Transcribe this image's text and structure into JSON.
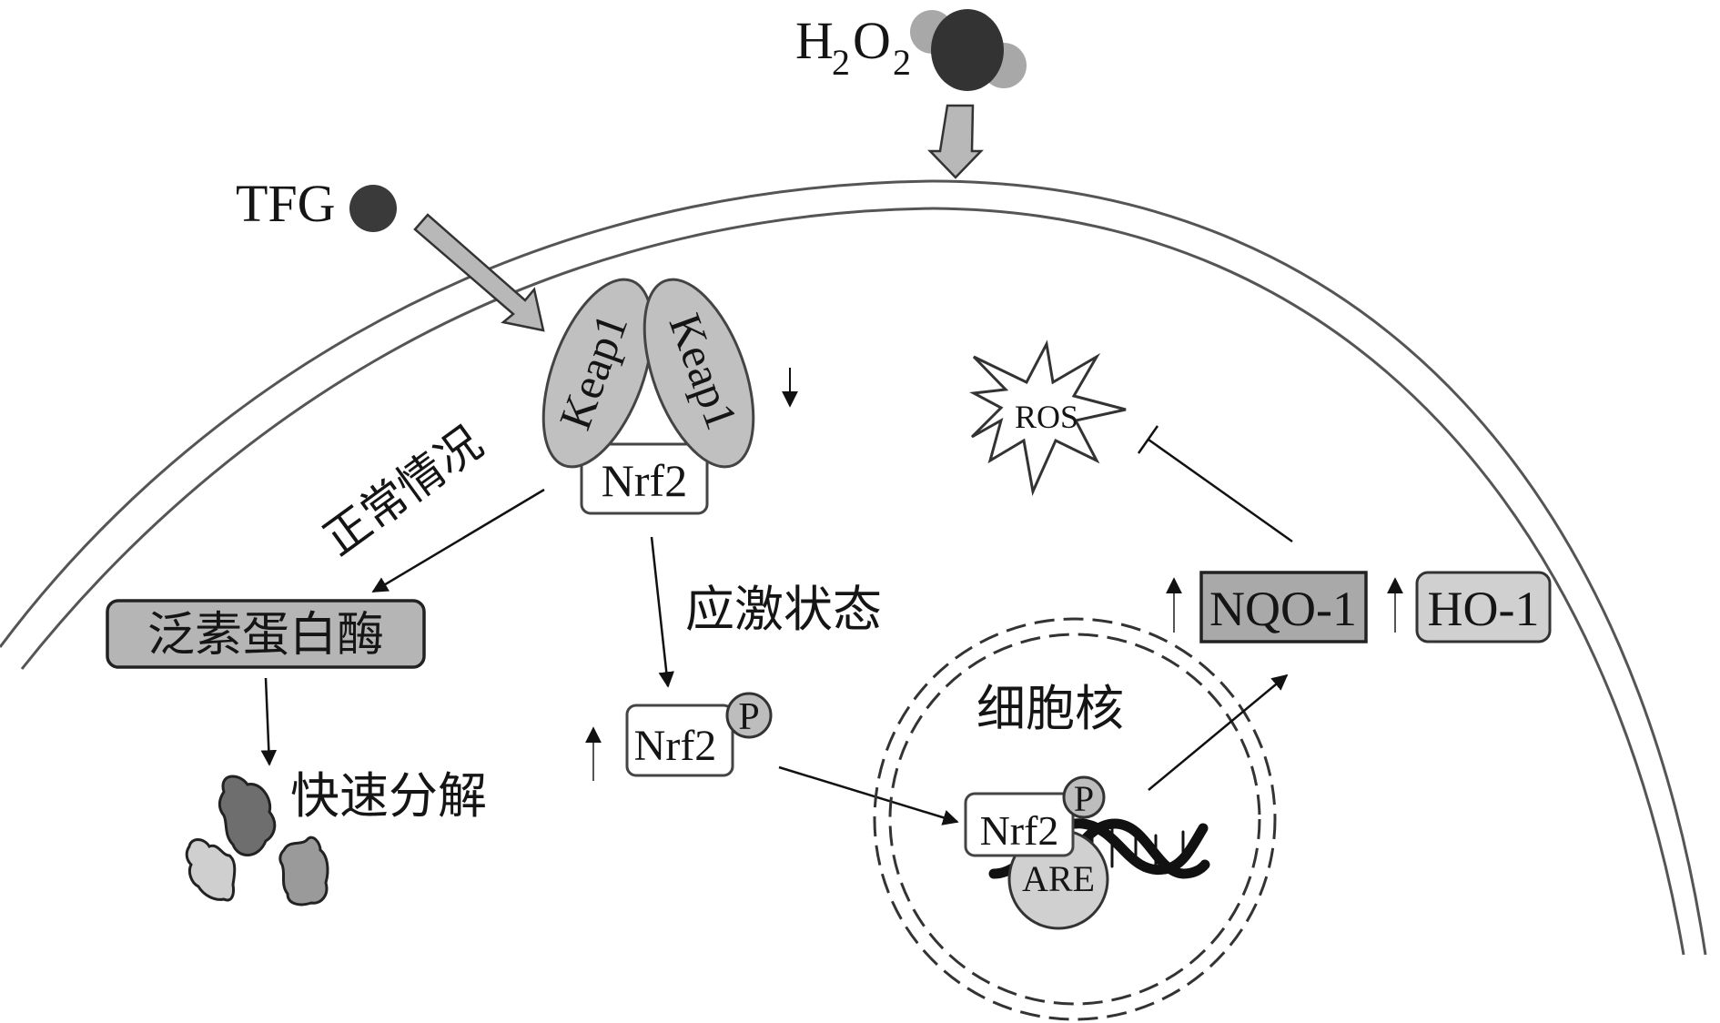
{
  "diagram": {
    "title": "TFG activates Nrf2/ARE antioxidant pathway",
    "colors": {
      "membrane": "#555555",
      "protein_fill": "#c0c0c0",
      "nqo1_fill": "#a9a9a9",
      "ho1_fill": "#d0d0d0",
      "ubiquitin_fill": "#b5b5b5",
      "molecule_dark": "#333333",
      "molecule_light": "#a8a8a8",
      "tfg_dot": "#3a3a3a",
      "line": "#111111"
    },
    "inputs": {
      "h2o2": {
        "H": "H",
        "sub1": "2",
        "O": "O",
        "sub2": "2"
      },
      "tfg": "TFG"
    },
    "complex": {
      "keap1_left": "Keap1",
      "keap1_right": "Keap1",
      "nrf2": "Nrf2",
      "keap1_change": "down"
    },
    "pathways": {
      "normal_label": "正常情况",
      "stress_label": "应激状态"
    },
    "degradation": {
      "ubiquitin_ligase": "泛素蛋白酶",
      "rapid_degradation": "快速分解"
    },
    "phospho_nrf2": {
      "nrf2": "Nrf2",
      "p": "P",
      "change": "up"
    },
    "nucleus": {
      "label": "细胞核",
      "nrf2": "Nrf2",
      "p": "P",
      "are": "ARE"
    },
    "targets": {
      "nqo1": "NQO-1",
      "ho1": "HO-1",
      "nqo1_change": "up",
      "ho1_change": "up"
    },
    "ros": {
      "label": "ROS",
      "relation": "inhibited"
    }
  }
}
